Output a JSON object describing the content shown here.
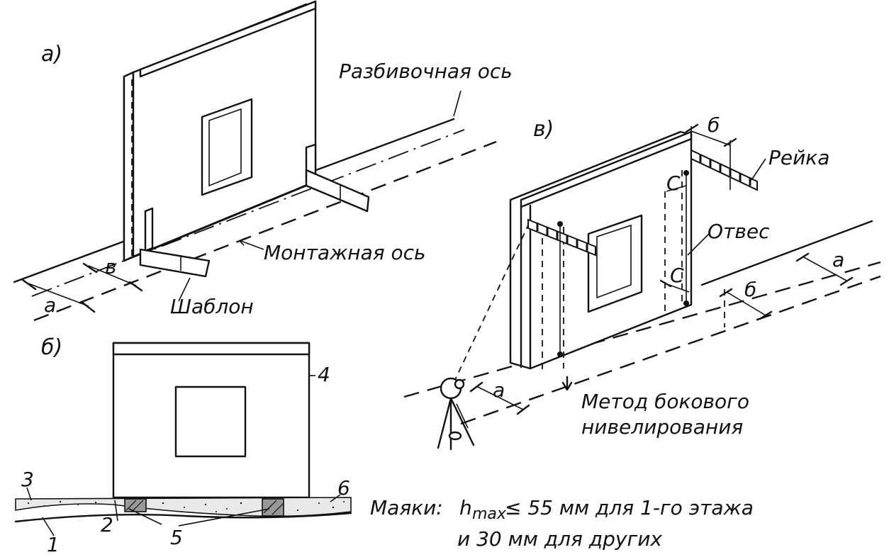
{
  "figure": {
    "panel_a": {
      "label": "а)",
      "razbivochnaya_os": "Разбивочная ось",
      "montazhnaya_os": "Монтажная ось",
      "shablon": "Шаблон",
      "dim_a": "а",
      "dim_v": "в"
    },
    "panel_b": {
      "label": "б)",
      "callouts": [
        "1",
        "2",
        "3",
        "4",
        "5",
        "6"
      ],
      "mayaki_title": "Маяки:",
      "mayaki_h": "h",
      "mayaki_sub": "max",
      "mayaki_rule": "≤ 55 мм  для  1-го этажа",
      "mayaki_rule2": "и  30 мм  для  других"
    },
    "panel_v": {
      "label": "в)",
      "reyka": "Рейка",
      "otves": "Отвес",
      "method_line1": "Метод  бокового",
      "method_line2": "нивелирования",
      "dim_b_top": "б",
      "dim_b_bottom": "б",
      "dim_c_top": "С",
      "dim_c_bottom": "С",
      "dim_a": "а",
      "dim_a_right": "а"
    }
  }
}
